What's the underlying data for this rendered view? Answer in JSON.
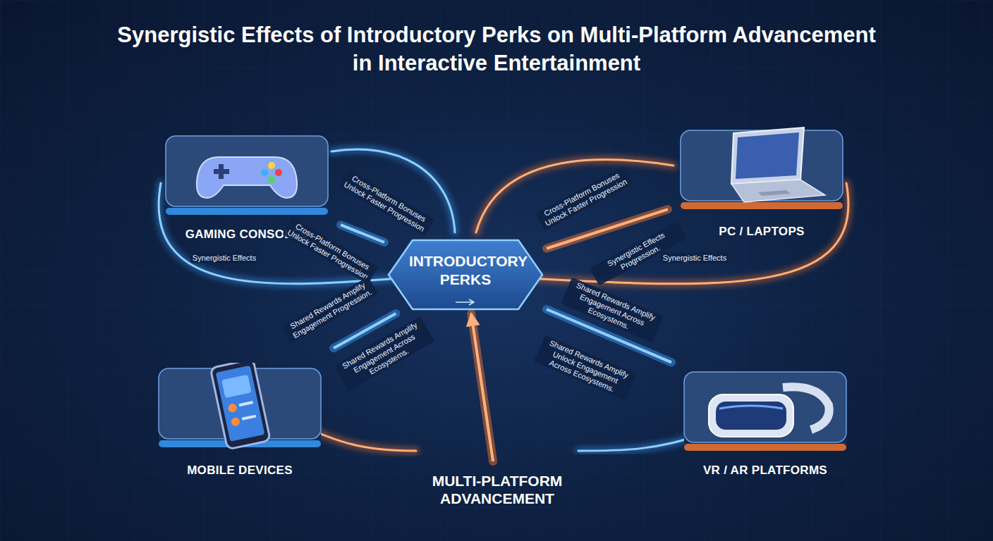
{
  "diagram": {
    "title": "Synergistic Effects of Introductory Perks on Multi-Platform Advancement in Interactive Entertainment",
    "nodes": [
      {
        "text": [
          "GAMING CONSOLES"
        ]
      },
      {
        "text": [
          "PC / LAPTOPS"
        ]
      },
      {
        "text": [
          "INTRODUCTORY PERKS"
        ]
      },
      {
        "text": [
          "MOBILE DEVICES"
        ]
      },
      {
        "text": [
          "VR / AR PLATFORMS"
        ]
      },
      {
        "text": [
          "MULTI-PLATFORM ADVANCEMENT"
        ]
      }
    ],
    "edges": [
      {
        "from": 2,
        "to": 0,
        "arrow": "none",
        "label": "Cross-Platform Bonuses Unlock Faster Progression"
      },
      {
        "from": 2,
        "to": 1,
        "arrow": "none",
        "label": "Cross-Platform Bonuses Unlock Faster Progression"
      },
      {
        "from": 2,
        "to": 3,
        "arrow": "none",
        "label": "Shared Rewards Amplify Engagement Across Ecosystems."
      },
      {
        "from": 2,
        "to": 4,
        "arrow": "none",
        "label": "Shared Rewards Amplify Engagement Across Ecosystems."
      },
      {
        "from": 5,
        "to": 2,
        "arrow": "to"
      }
    ],
    "labels": [
      "Cross-Platform Bonuses Unlock Faster Progression",
      "Synergistic Effects",
      "Synergistic Effects Progression.",
      "Synergistic Effects",
      "Shared Rewards Amplify Engagement Progression.",
      "Shared Rewards Amplify Unlock Engagement Across Ecosystems."
    ]
  }
}
